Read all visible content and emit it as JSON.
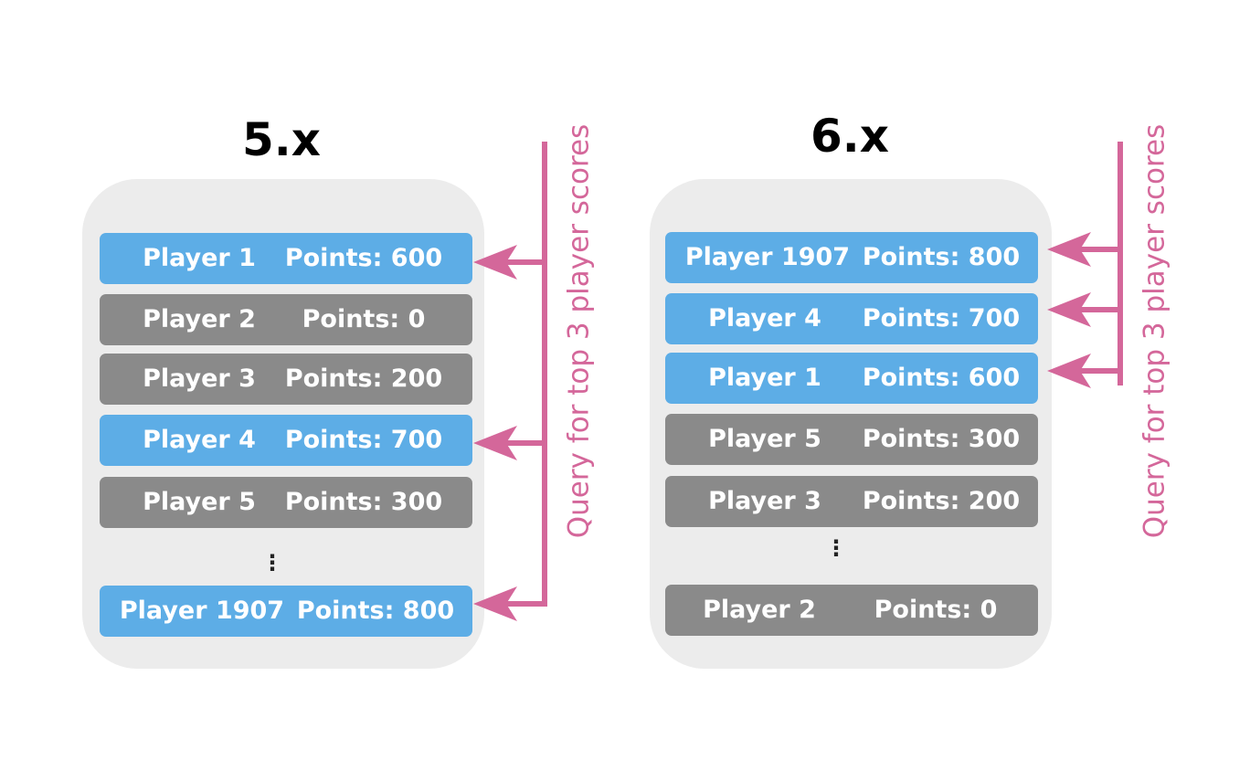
{
  "colors": {
    "highlight": "#5dade6",
    "normal": "#8a8a8a",
    "panel": "#ececec",
    "query": "#d4679a"
  },
  "left": {
    "title": "5.x",
    "rows": [
      {
        "player": "Player 1",
        "points": "Points: 600",
        "highlight": true
      },
      {
        "player": "Player 2",
        "points": "Points: 0",
        "highlight": false
      },
      {
        "player": "Player 3",
        "points": "Points: 200",
        "highlight": false
      },
      {
        "player": "Player 4",
        "points": "Points: 700",
        "highlight": true
      },
      {
        "player": "Player 5",
        "points": "Points: 300",
        "highlight": false
      },
      {
        "player": "Player 1907",
        "points": "Points: 800",
        "highlight": true
      }
    ],
    "ellipsis": "⋮",
    "query_label": "Query for top 3 player scores"
  },
  "right": {
    "title": "6.x",
    "rows": [
      {
        "player": "Player 1907",
        "points": "Points: 800",
        "highlight": true
      },
      {
        "player": "Player 4",
        "points": "Points: 700",
        "highlight": true
      },
      {
        "player": "Player 1",
        "points": "Points: 600",
        "highlight": true
      },
      {
        "player": "Player 5",
        "points": "Points: 300",
        "highlight": false
      },
      {
        "player": "Player 3",
        "points": "Points: 200",
        "highlight": false
      },
      {
        "player": "Player 2",
        "points": "Points: 0",
        "highlight": false
      }
    ],
    "ellipsis": "⋮",
    "query_label": "Query for top 3 player scores"
  }
}
